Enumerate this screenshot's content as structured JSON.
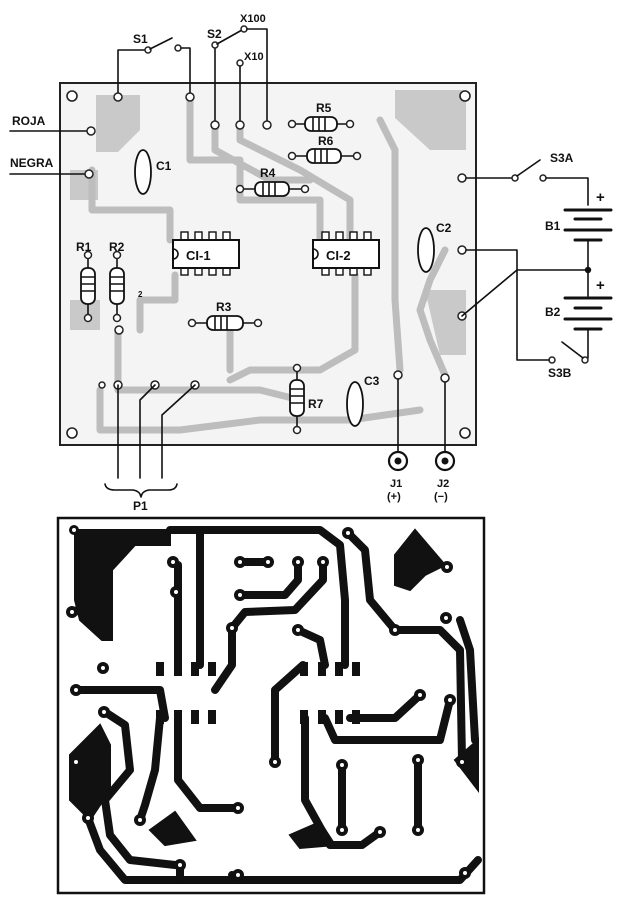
{
  "labels": {
    "s1": "S1",
    "s2": "S2",
    "x100": "X100",
    "x10": "X10",
    "r5": "R5",
    "r6": "R6",
    "r4": "R4",
    "c1": "C1",
    "c2": "C2",
    "c3": "C3",
    "r1": "R1",
    "r2": "R2",
    "r3": "R3",
    "r7": "R7",
    "ci1": "CI-1",
    "ci2": "CI-2",
    "roja": "ROJA",
    "negra": "NEGRA",
    "s3a": "S3A",
    "s3b": "S3B",
    "b1": "B1",
    "b2": "B2",
    "plus1": "+",
    "plus2": "+",
    "j1": "J1",
    "j1_pol": "(+)",
    "j2": "J2",
    "j2_pol": "(−)",
    "p1": "P1",
    "small_mark": "2"
  }
}
